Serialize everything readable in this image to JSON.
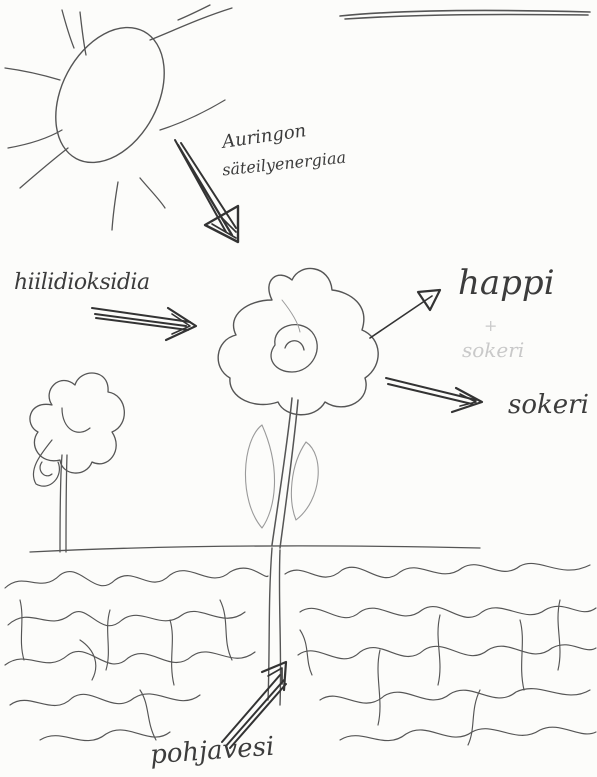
{
  "diagram": {
    "labels": {
      "sun_energy_line1": "Auringon",
      "sun_energy_line2": "säteilyenergiaa",
      "carbon_dioxide": "hiilidioksidia",
      "oxygen": "happi",
      "plus": "+",
      "faint_word": "sokeri",
      "sugar": "sokeri",
      "groundwater": "pohjavesi"
    },
    "colors": {
      "ink": "#555555",
      "dark_ink": "#333333",
      "faint_ink": "#9a9a9a",
      "paper": "#fcfcfa"
    }
  }
}
